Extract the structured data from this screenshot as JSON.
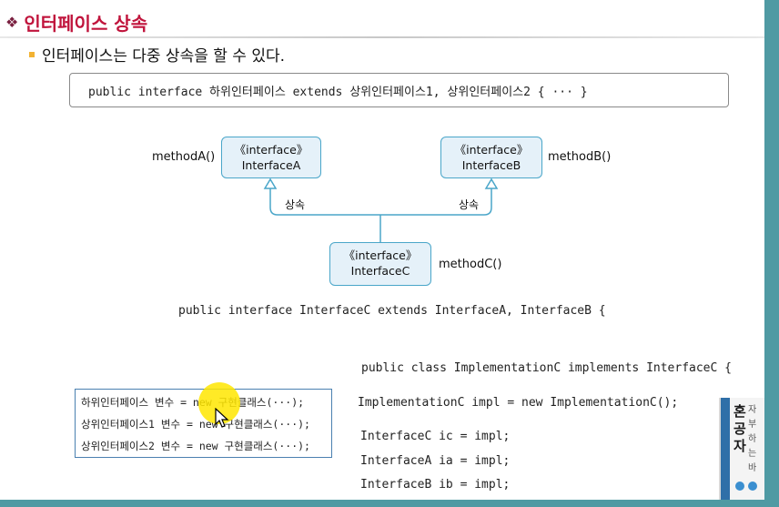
{
  "slide": {
    "title": "인터페이스 상속",
    "bullet": "인터페이스는 다중 상속을 할 수 있다.",
    "syntax": "public interface 하위인터페이스 extends 상위인터페이스1, 상위인터페이스2 { ··· }"
  },
  "diagram": {
    "interface_a": {
      "stereotype": "《interface》",
      "name": "InterfaceA",
      "method": "methodA()"
    },
    "interface_b": {
      "stereotype": "《interface》",
      "name": "InterfaceB",
      "method": "methodB()"
    },
    "interface_c": {
      "stereotype": "《interface》",
      "name": "InterfaceC",
      "method": "methodC()"
    },
    "inherit_label_left": "상속",
    "inherit_label_right": "상속"
  },
  "code": {
    "interface_decl": "public interface InterfaceC extends InterfaceA, InterfaceB {",
    "class_decl": "public class ImplementationC implements InterfaceC {",
    "impl_line": "ImplementationC impl = new ImplementationC();",
    "ic_line": "InterfaceC ic = impl;",
    "ia_line": "InterfaceA ia = impl;",
    "ib_line": "InterfaceB ib = impl;"
  },
  "left_box": {
    "line1": "하위인터페이스 변수 = new 구현클래스(···);",
    "line2": "상위인터페이스1 변수 = new 구현클래스(···);",
    "line3": "상위인터페이스2 변수 = new 구현클래스(···);"
  },
  "book": {
    "title": "혼공자",
    "subtitle": "자부하는바"
  },
  "colors": {
    "title": "#c0143c",
    "interface_box_fill": "#e5f1f9",
    "interface_box_border": "#4aa6c9",
    "arrow": "#4aa6c9",
    "frame": "#4f9aa3",
    "cursor_highlight": "#ffe600"
  }
}
